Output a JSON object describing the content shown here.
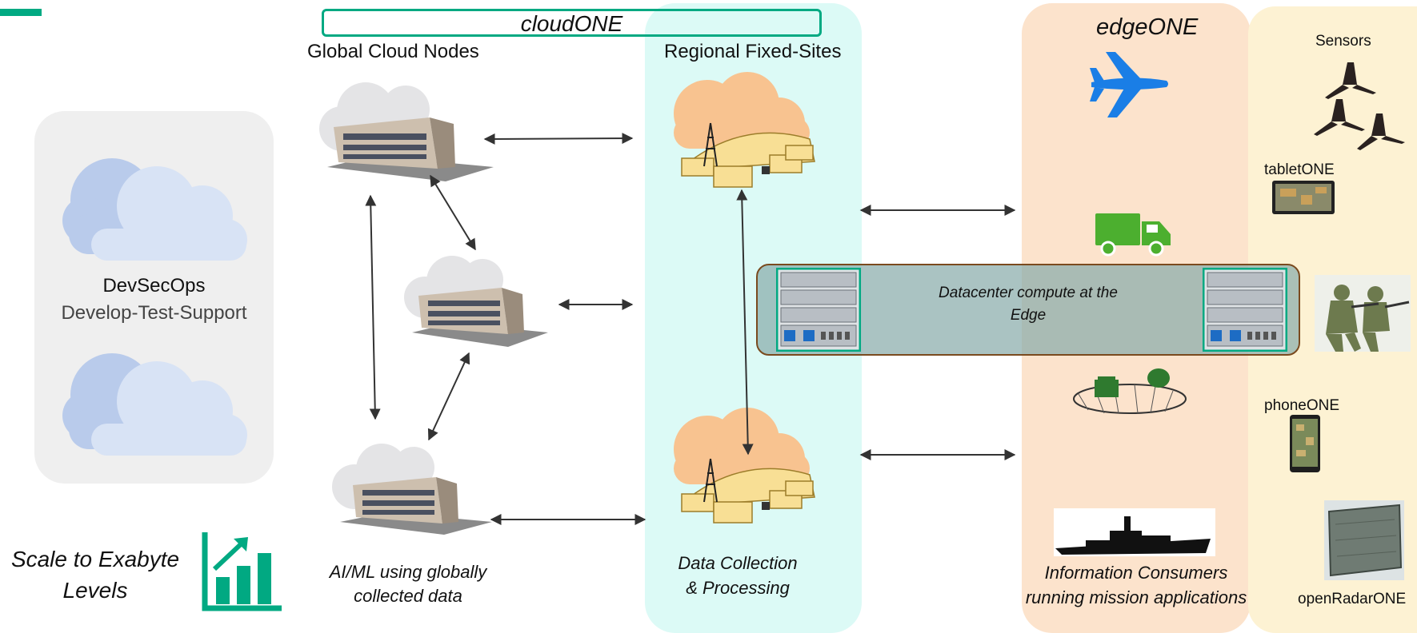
{
  "colors": {
    "accent_green": "#01a982",
    "devsecops_panel": "#efefef",
    "regional_panel": "#dcfaf6",
    "edge_panel": "#fce3cc",
    "sensor_panel": "#fdf2d3",
    "datacenter_band": "#9fb8b4",
    "datacenter_border": "#7a4a1e",
    "arrow": "#333333",
    "plane": "#1a7ee6",
    "truck": "#4caf2f",
    "cloud_blue": "#b9cbeb",
    "cloud_orange": "#f8c390",
    "building_yellow": "#f8df95"
  },
  "header": {
    "cloud_one": "cloudONE"
  },
  "sections": {
    "global_cloud_nodes": "Global Cloud Nodes",
    "regional_fixed_sites": "Regional Fixed-Sites",
    "edge_one": "edgeONE"
  },
  "devsecops": {
    "title": "DevSecOps",
    "subtitle": "Develop-Test-Support"
  },
  "scale": {
    "line1": "Scale to Exabyte",
    "line2": "Levels"
  },
  "aiml": {
    "line1": "AI/ML using globally",
    "line2": "collected data"
  },
  "data_collection": {
    "line1": "Data Collection",
    "line2": "& Processing"
  },
  "datacenter": {
    "line1": "Datacenter compute at the",
    "line2": "Edge"
  },
  "consumers": {
    "line1": "Information Consumers",
    "line2": "running mission applications"
  },
  "devices": {
    "sensors": "Sensors",
    "tablet": "tabletONE",
    "phone": "phoneONE",
    "radar": "openRadarONE"
  },
  "icons": [
    "cloud-icon",
    "building-icon",
    "fixed-site-icon",
    "airplane-icon",
    "truck-icon",
    "server-rack-icon",
    "satellite-dish-icon",
    "ship-icon",
    "sensor-icon",
    "tablet-icon",
    "phone-icon",
    "radar-icon",
    "soldiers-image",
    "bar-chart-growth-icon"
  ]
}
